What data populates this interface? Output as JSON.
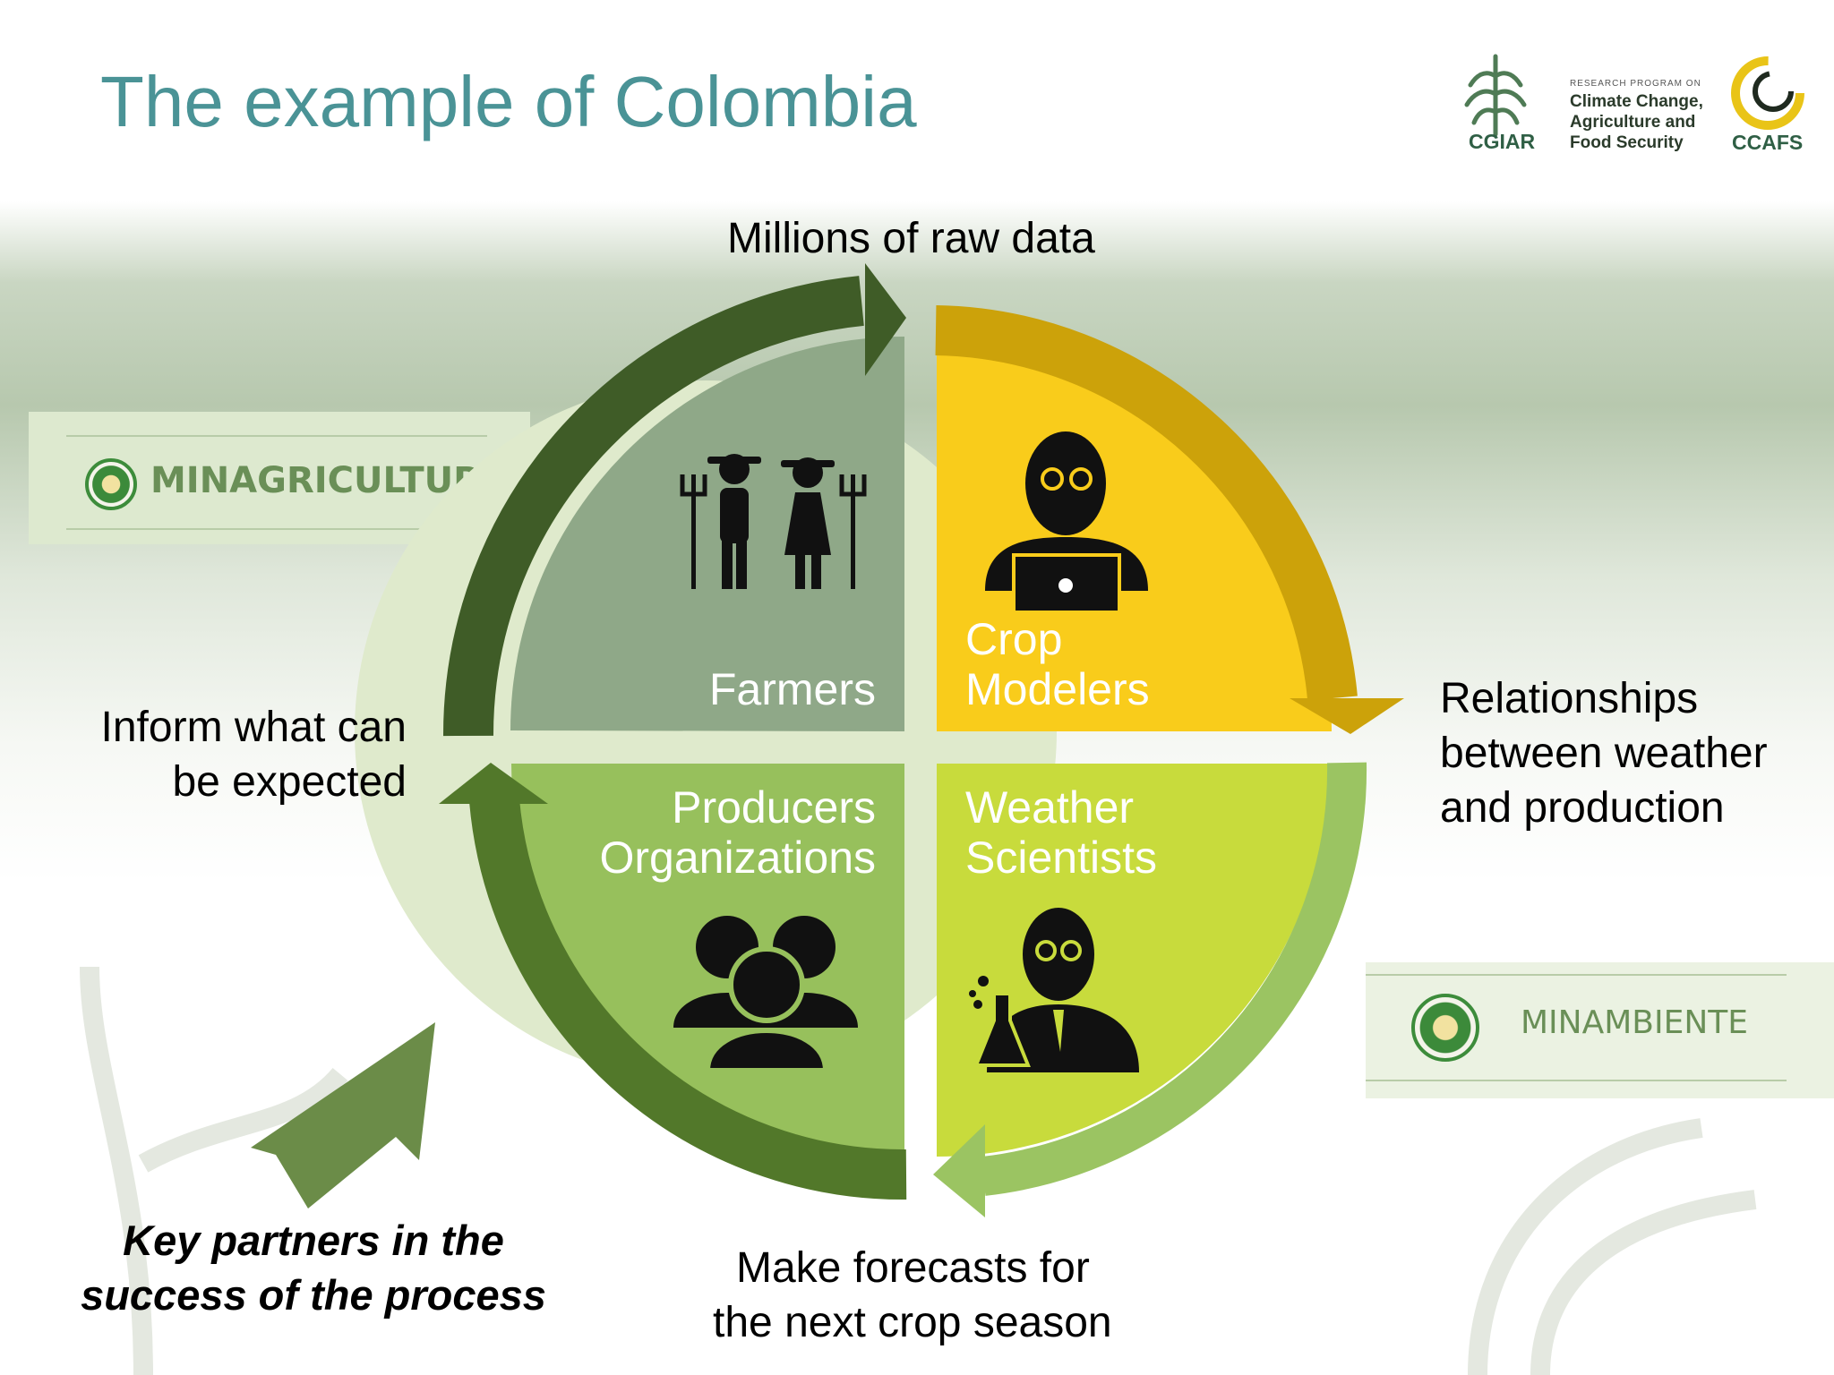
{
  "title": "The example of Colombia",
  "logos": {
    "cgiar": "CGIAR",
    "ccafs": "CCAFS",
    "program_kicker": "RESEARCH PROGRAM ON",
    "program_name": [
      "Climate Change,",
      "Agriculture and",
      "Food Security"
    ]
  },
  "ministries": {
    "left": "MINAGRICULTURA",
    "right": "MINAMBIENTE"
  },
  "cycle": {
    "top": "Millions of raw data",
    "right": [
      "Relationships",
      "between weather",
      "and production"
    ],
    "bottom": [
      "Make forecasts for",
      "the next crop season"
    ],
    "left": [
      "Inform what can",
      "be expected"
    ]
  },
  "quadrants": {
    "top_left": {
      "label": "Farmers",
      "color": "#8fa888",
      "icon": "farmers-icon"
    },
    "top_right": {
      "label": [
        "Crop",
        "Modelers"
      ],
      "color": "#f9cc1b",
      "icon": "crop-modeler-icon"
    },
    "bottom_left": {
      "label": [
        "Producers",
        "Organizations"
      ],
      "color": "#97c05c",
      "icon": "group-icon"
    },
    "bottom_right": {
      "label": [
        "Weather",
        "Scientists"
      ],
      "color": "#c8db3c",
      "icon": "scientist-icon"
    }
  },
  "arrow_colors": {
    "tl": "#3f5c27",
    "tr": "#cca20a",
    "br": "#9bc462",
    "bl": "#52782a"
  },
  "key_partners": [
    "Key partners in the",
    "success of the process"
  ]
}
